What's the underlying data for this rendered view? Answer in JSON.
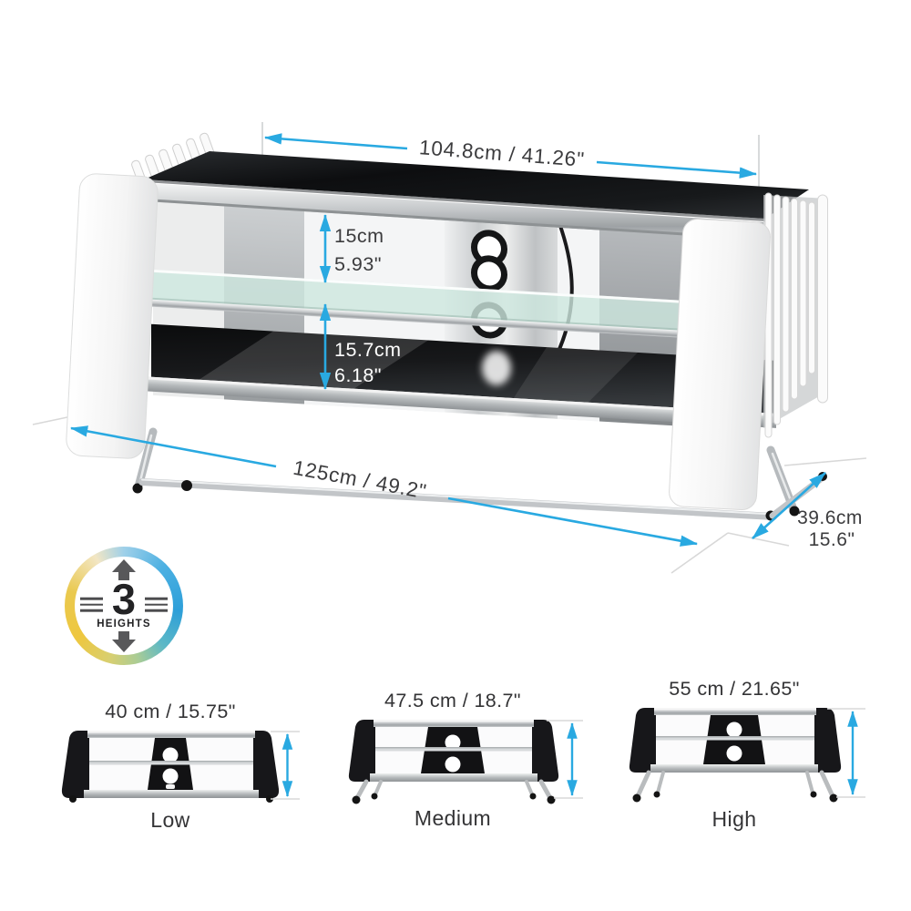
{
  "accent_color": "#29a9e1",
  "main": {
    "width_label": "104.8cm / 41.26\"",
    "upper_gap_cm": "15cm",
    "upper_gap_in": "5.93\"",
    "lower_gap_cm": "15.7cm",
    "lower_gap_in": "6.18\"",
    "length_label": "125cm / 49.2\"",
    "depth_cm": "39.6cm",
    "depth_in": "15.6\""
  },
  "badge": {
    "number": "3",
    "label": "HEIGHTS"
  },
  "variants": [
    {
      "size": "40 cm / 15.75\"",
      "name": "Low"
    },
    {
      "size": "47.5 cm / 18.7\"",
      "name": "Medium"
    },
    {
      "size": "55 cm / 21.65\"",
      "name": "High"
    }
  ]
}
